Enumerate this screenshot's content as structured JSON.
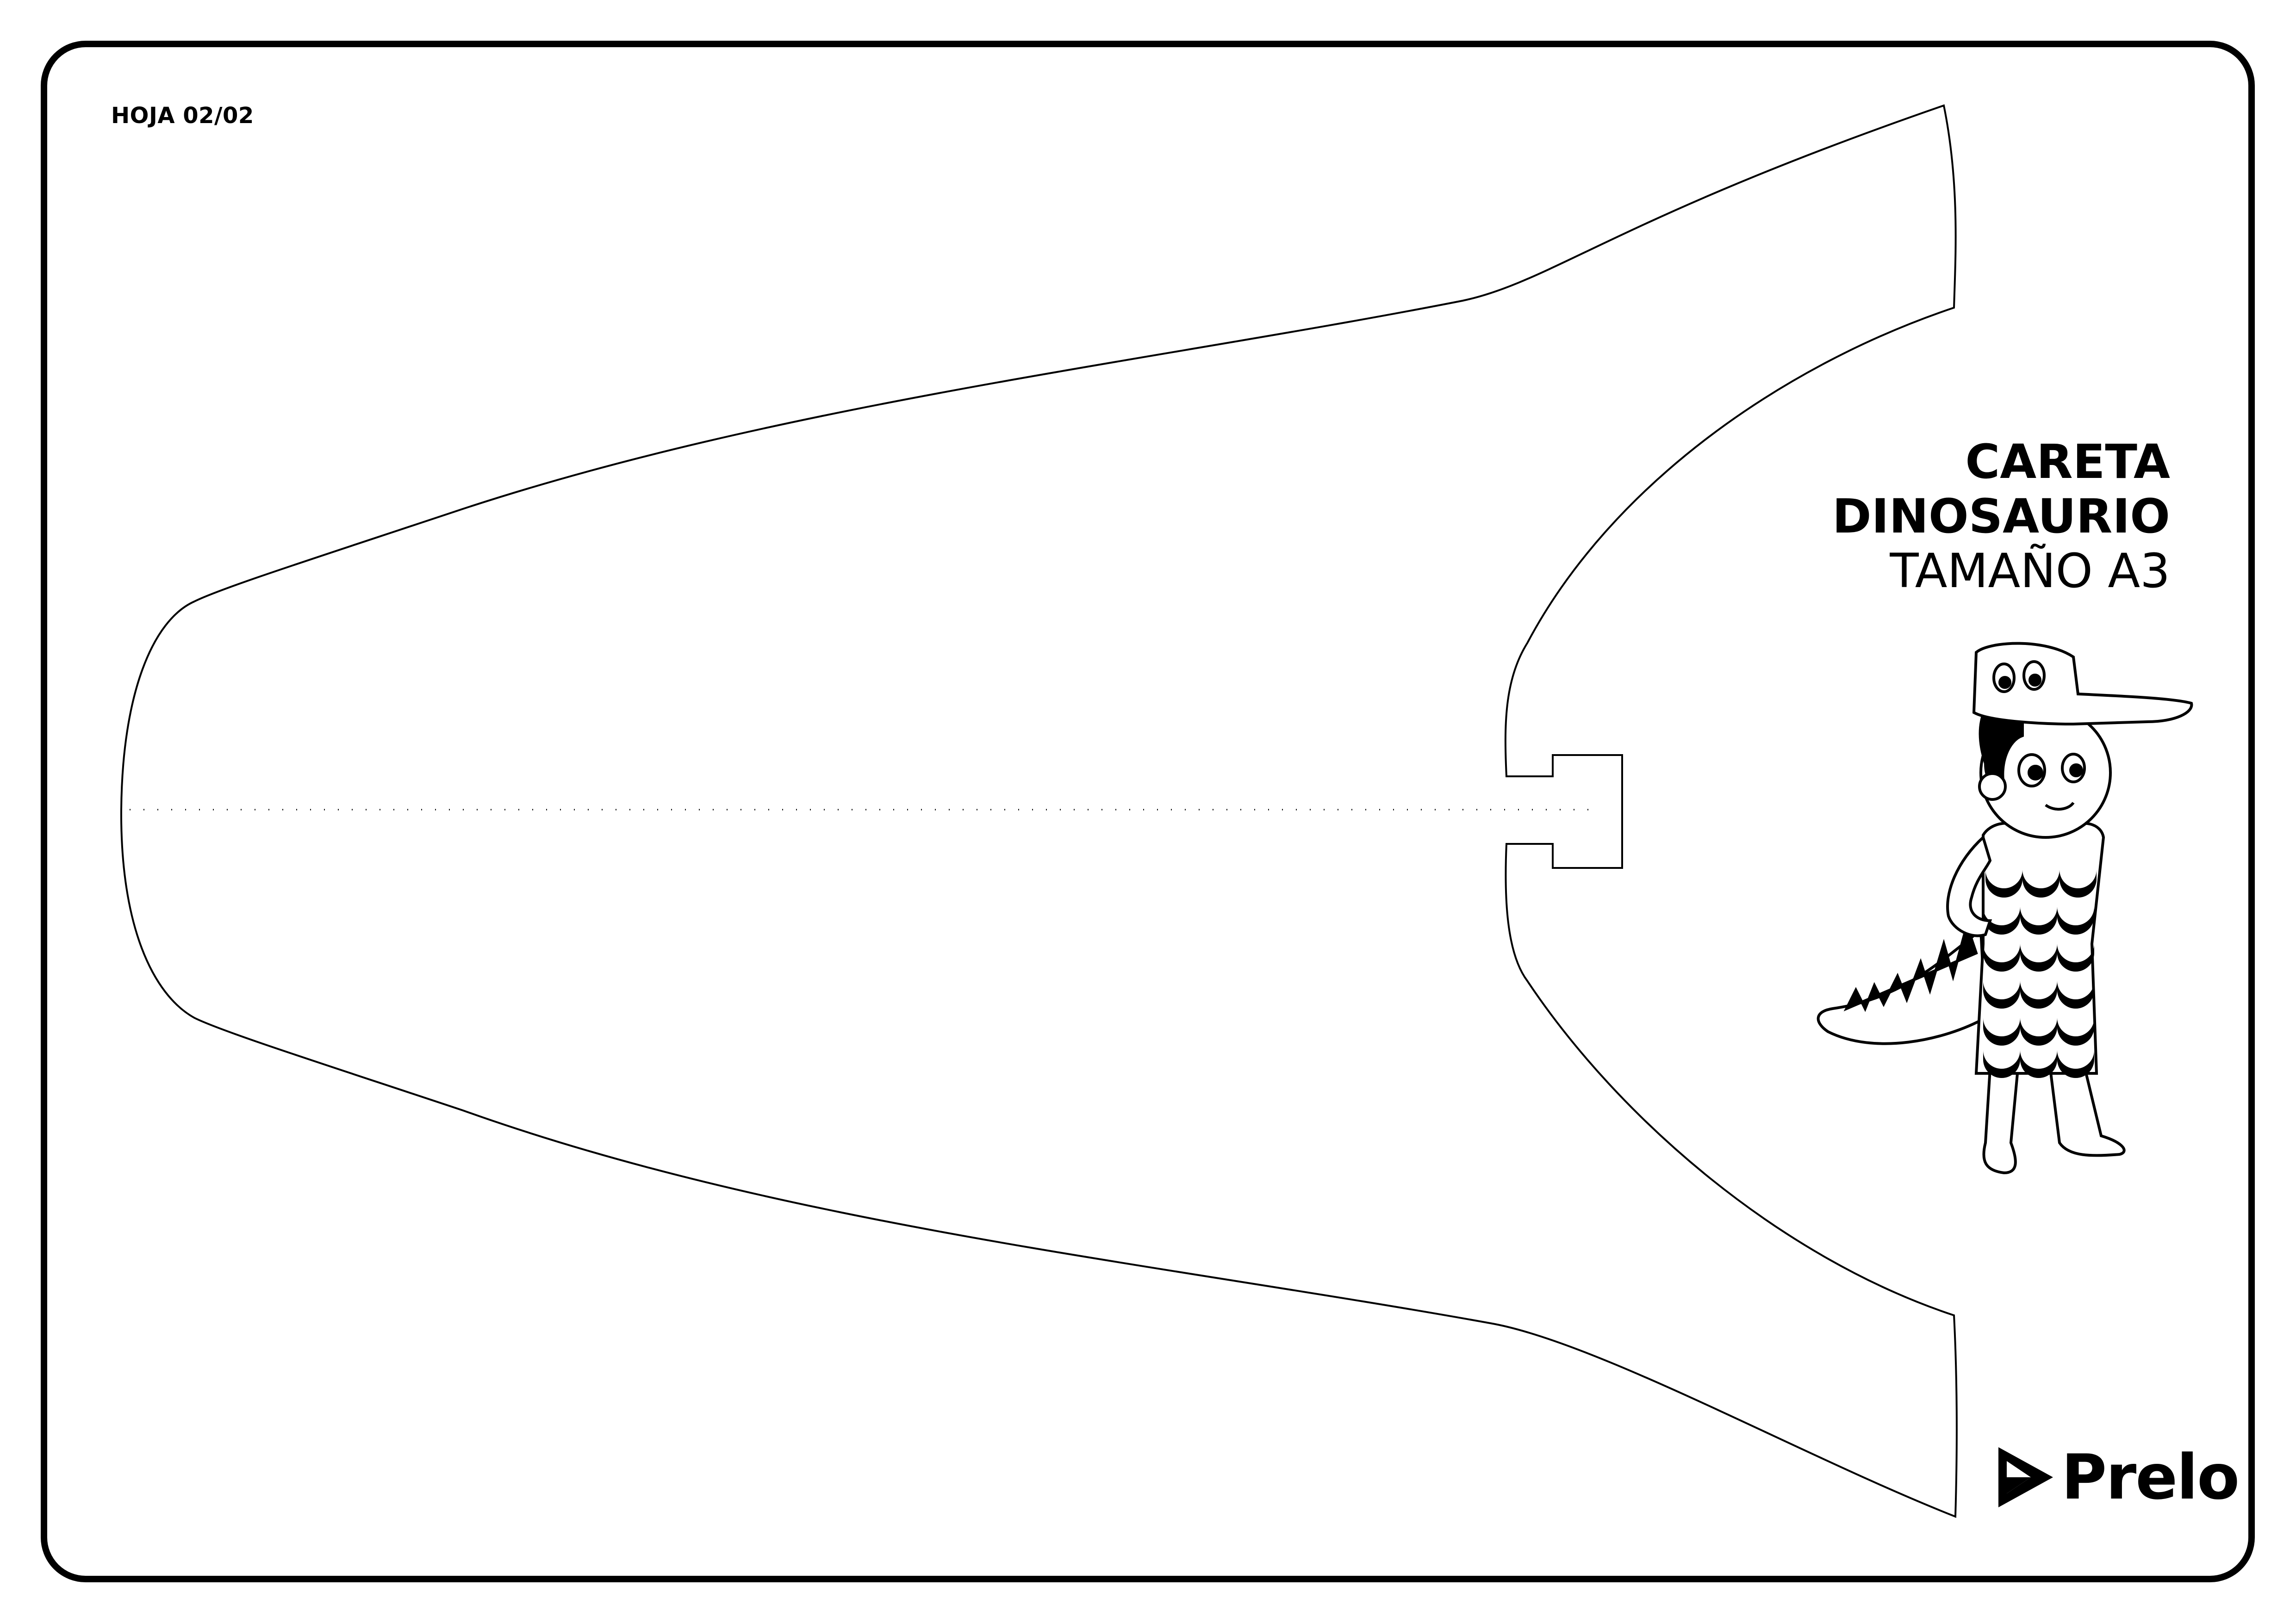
{
  "sheet": {
    "label": "HOJA 02/02"
  },
  "title": {
    "line1": "CARETA",
    "line2": "DINOSAURIO",
    "line3": "TAMAÑO A3"
  },
  "brand": {
    "name": "Prelo",
    "icon": "prelo-logo-icon"
  },
  "colors": {
    "ink": "#000000",
    "paper": "#ffffff"
  }
}
